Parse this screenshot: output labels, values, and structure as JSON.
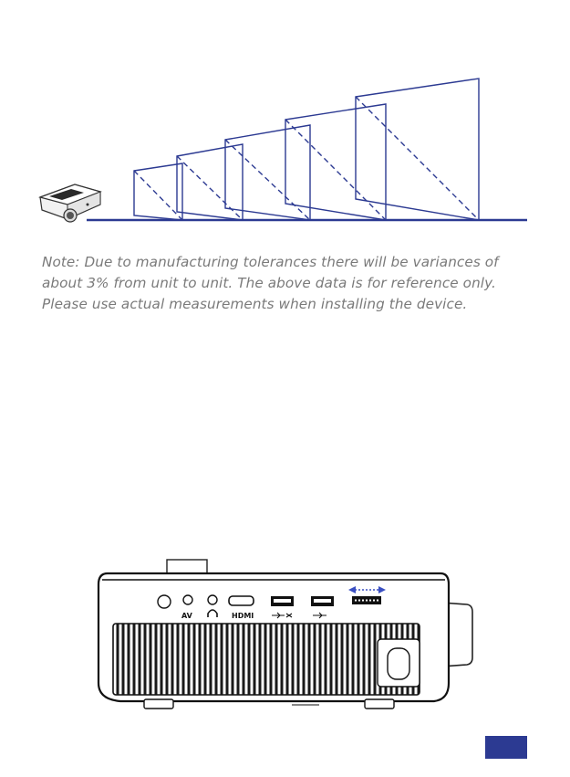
{
  "note": {
    "lines": [
      "Note: Due to manufacturing tolerances there will be variances of",
      "about 3% from unit to unit. The above data is for reference only.",
      "Please use actual measurements when installing the device."
    ]
  },
  "rear_panel": {
    "ports": [
      {
        "label": "",
        "icon": "power-jack-icon"
      },
      {
        "label": "AV",
        "icon": "av-jack-icon"
      },
      {
        "label": "",
        "icon": "headphone-icon"
      },
      {
        "label": "HDMI",
        "icon": "hdmi-port-icon"
      },
      {
        "label": "",
        "icon": "usb-port-icon"
      },
      {
        "label": "",
        "icon": "usb-port-icon"
      },
      {
        "label": "",
        "icon": "focus-slider-icon"
      }
    ]
  },
  "colors": {
    "diagram_blue": "#2c3a92",
    "arrow_blue": "#3a4fc2",
    "note_grey": "#7a7a7a",
    "page_tab": "#2c3a92"
  }
}
